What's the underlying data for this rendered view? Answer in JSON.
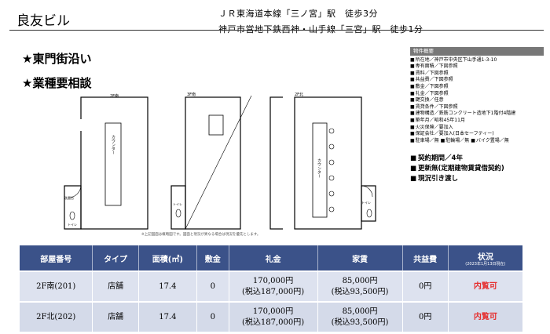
{
  "header": {
    "building_name": "良友ビル",
    "access_line_1": "ＪＲ東海道本線「三ノ宮」駅　徒歩3分",
    "access_line_2": "神戸市営地下鉄西神・山手線「三宮」駅　徒歩1分"
  },
  "features": [
    "★東門街沿い",
    "★業種要相談"
  ],
  "floorplans": {
    "label_2f_south": "2F南",
    "label_3f": "3F南",
    "label_2f_north": "2F北",
    "counter": "カウンター",
    "toilet": "トイレ",
    "washroom": "洗面台",
    "note": "※上記図面は概略図です。図面と現況が異なる場合は現況を優先とします。"
  },
  "summary": {
    "title": "物件概要",
    "items": [
      "所在地／神戸市中央区下山手通1-3-10",
      "専有面積／下図参照",
      "賃料／下図参照",
      "共益費／下図参照",
      "敷金／下図参照",
      "礼金／下図参照",
      "鍵交換／任意",
      "賃貸条件／下図参照",
      "建物構造／鉄筋コンクリート造地下1階付4階建",
      "築年月／昭和45年11月",
      "火災保険／要加入",
      "保証会社／要加入(日本セーフティー)"
    ],
    "parking": [
      "駐車場／無",
      "駐輪場／無",
      "バイク置場／無"
    ]
  },
  "highlights": [
    "契約期間／4年",
    "更新無(定期建物賃貸借契約)",
    "現況引き渡し"
  ],
  "table": {
    "headers": [
      "部屋番号",
      "タイプ",
      "面積(㎡)",
      "敷金",
      "礼金",
      "家賃",
      "共益費",
      "状況"
    ],
    "status_note": "(2023年1月13日現在)",
    "rows": [
      {
        "room": "2F南(201)",
        "type": "店舗",
        "area": "17.4",
        "deposit": "0",
        "key_money": "170,000円",
        "key_money_tax": "(税込187,000円)",
        "rent": "85,000円",
        "rent_tax": "(税込93,500円)",
        "common_fee": "0円",
        "status": "内覧可"
      },
      {
        "room": "2F北(202)",
        "type": "店舗",
        "area": "17.4",
        "deposit": "0",
        "key_money": "170,000円",
        "key_money_tax": "(税込187,000円)",
        "rent": "85,000円",
        "rent_tax": "(税込93,500円)",
        "common_fee": "0円",
        "status": "内覧可"
      }
    ]
  },
  "colors": {
    "table_header": "#3b5289",
    "status_red": "#e53030"
  }
}
